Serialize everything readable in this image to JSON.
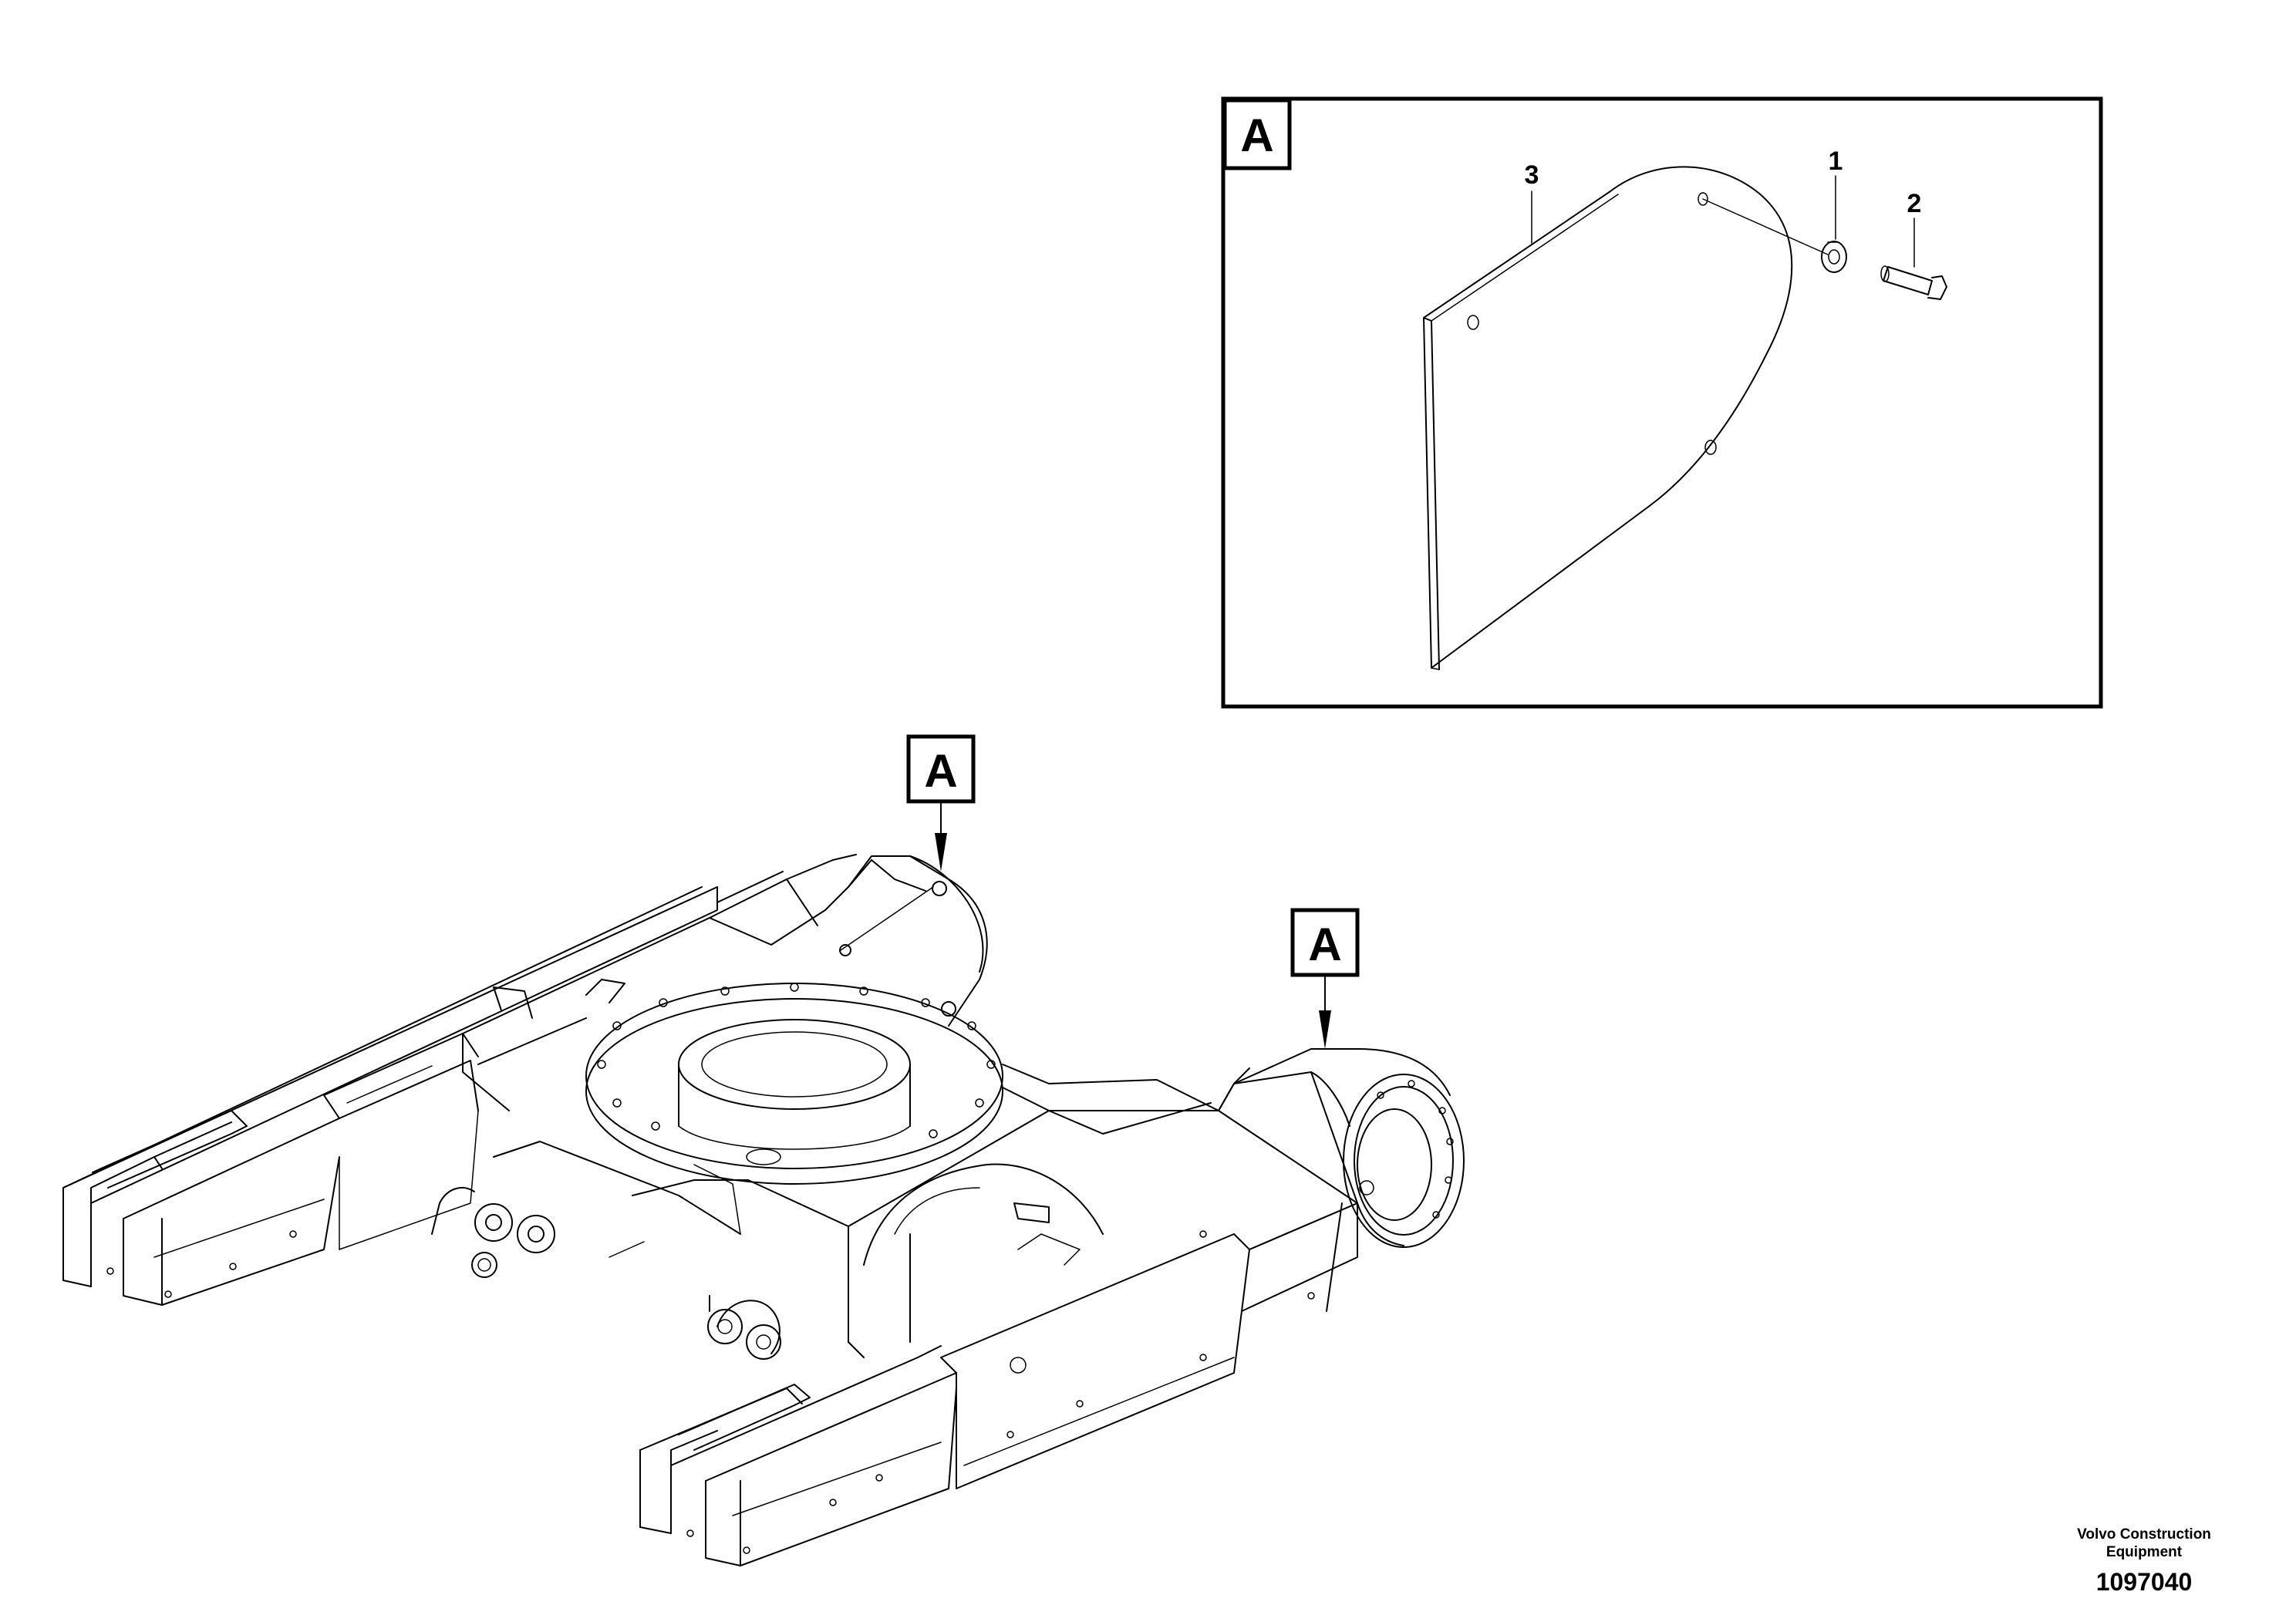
{
  "detail_view": {
    "label": "A",
    "callouts": [
      {
        "number": "1",
        "part": "washer"
      },
      {
        "number": "2",
        "part": "bolt"
      },
      {
        "number": "3",
        "part": "cover-plate"
      }
    ]
  },
  "view_markers": [
    {
      "label": "A"
    },
    {
      "label": "A"
    }
  ],
  "footer": {
    "company_line1": "Volvo Construction",
    "company_line2": "Equipment",
    "drawing_number": "1097040"
  }
}
